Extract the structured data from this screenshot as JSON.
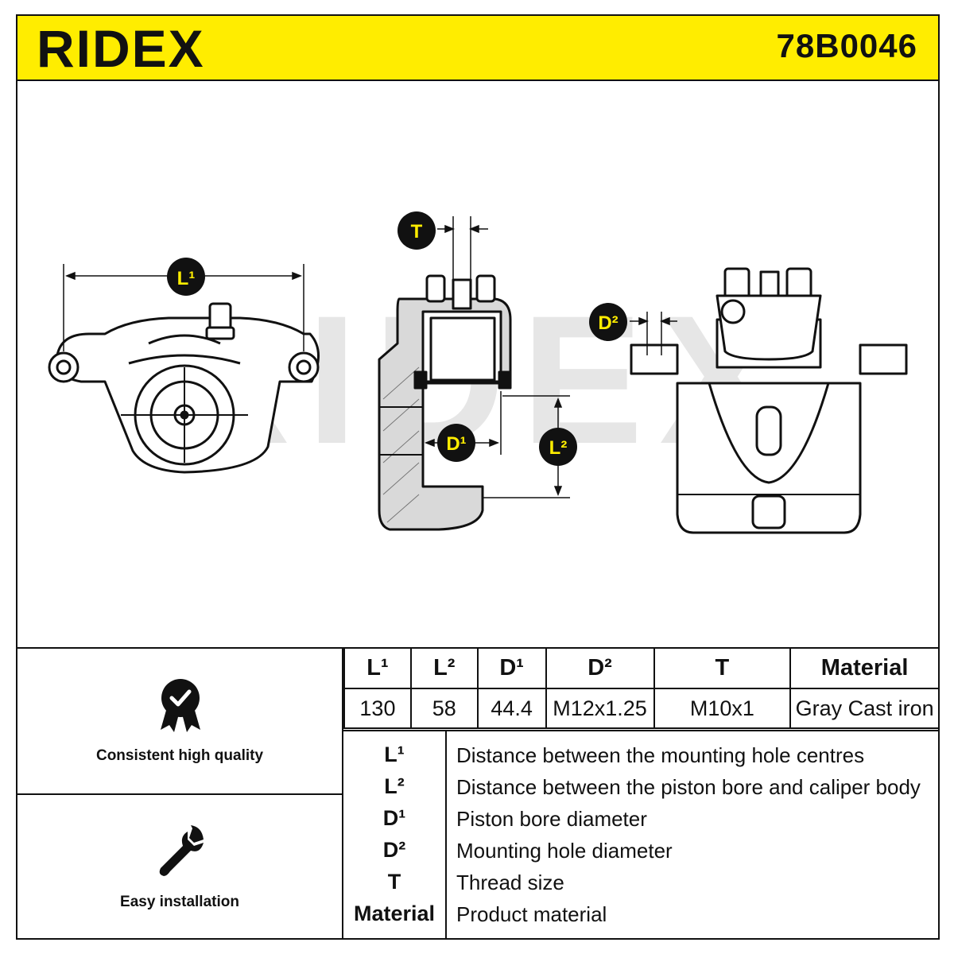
{
  "header": {
    "brand": "RIDEX",
    "part_number": "78B0046",
    "accent_color": "#ffed00"
  },
  "drawing": {
    "watermark": "RIDEX",
    "labels": {
      "L1": "L¹",
      "L2": "L²",
      "D1": "D¹",
      "D2": "D²",
      "T": "T"
    }
  },
  "features": [
    {
      "icon": "quality-badge-icon",
      "label": "Consistent high quality"
    },
    {
      "icon": "wrench-icon",
      "label": "Easy installation"
    }
  ],
  "specs": {
    "headers": [
      "L¹",
      "L²",
      "D¹",
      "D²",
      "T",
      "Material"
    ],
    "values": [
      "130",
      "58",
      "44.4",
      "M12x1.25",
      "M10x1",
      "Gray Cast iron"
    ]
  },
  "legend": [
    {
      "symbol": "L¹",
      "description": "Distance between the mounting hole centres"
    },
    {
      "symbol": "L²",
      "description": "Distance between the piston bore and caliper body"
    },
    {
      "symbol": "D¹",
      "description": "Piston bore diameter"
    },
    {
      "symbol": "D²",
      "description": "Mounting hole diameter"
    },
    {
      "symbol": "T",
      "description": "Thread size"
    },
    {
      "symbol": "Material",
      "description": "Product material"
    }
  ]
}
